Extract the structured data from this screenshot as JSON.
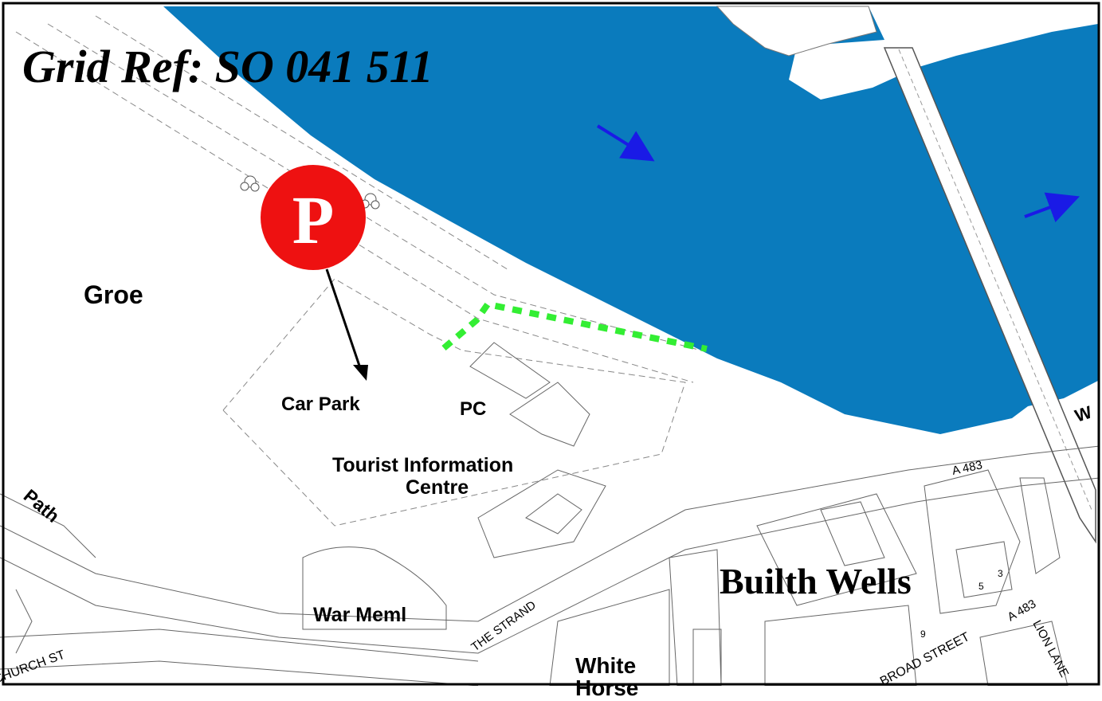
{
  "title": "Grid Ref: SO 041 511",
  "parking_symbol": "P",
  "labels": {
    "groe": "Groe",
    "car_park": "Car Park",
    "pc": "PC",
    "tic_line1": "Tourist Information",
    "tic_line2": "Centre",
    "path": "Path",
    "war_meml": "War Meml",
    "the_strand": "THE STRAND",
    "church_st": "CHURCH ST",
    "white_horse_line1": "White",
    "white_horse_line2": "Horse",
    "builth_wells": "Builth Wells",
    "a483_main": "A 483",
    "a483_lower": "A 483",
    "broad_street": "BROAD STREET",
    "lion_lane": "LION LANE",
    "w_fragment": "W",
    "num_5": "5",
    "num_3": "3",
    "num_9": "9"
  },
  "colors": {
    "river": "#0a7bbd",
    "flow_arrow": "#1a1ae6",
    "route": "#33ee33",
    "parking": "#ee1111",
    "border": "#000000"
  },
  "icons": [
    "parking-icon",
    "flow-arrow-icon",
    "tree-icon",
    "pointer-arrow-icon"
  ]
}
